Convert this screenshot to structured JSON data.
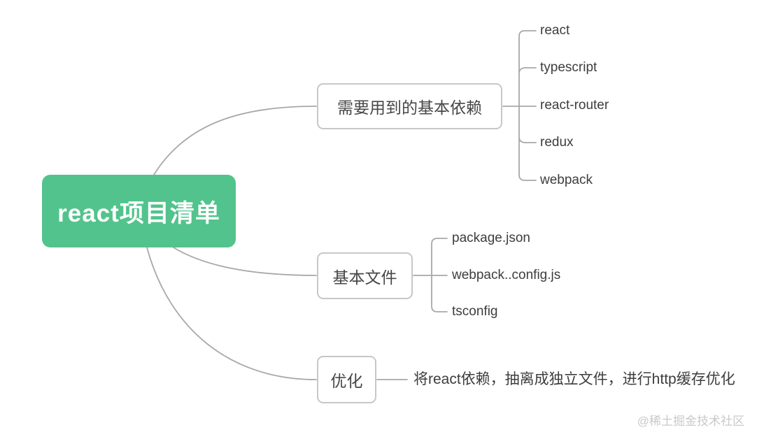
{
  "mindmap": {
    "root": {
      "label": "react项目清单"
    },
    "branches": [
      {
        "label": "需要用到的基本依赖",
        "children": [
          "react",
          "typescript",
          "react-router",
          "redux",
          "webpack"
        ]
      },
      {
        "label": "基本文件",
        "children": [
          "package.json",
          "webpack..config.js",
          "tsconfig"
        ]
      },
      {
        "label": "优化",
        "children": [
          "将react依赖，抽离成独立文件，进行http缓存优化"
        ]
      }
    ]
  },
  "watermark": "@稀土掘金技术社区",
  "colors": {
    "root_fill": "#52c38c",
    "root_text": "#ffffff",
    "branch_border": "#c7c7c7",
    "branch_text": "#474747",
    "leaf_text": "#3d3d3d",
    "connector": "#a8a8a8",
    "watermark_text": "#c9c9c9",
    "background": "#ffffff"
  }
}
